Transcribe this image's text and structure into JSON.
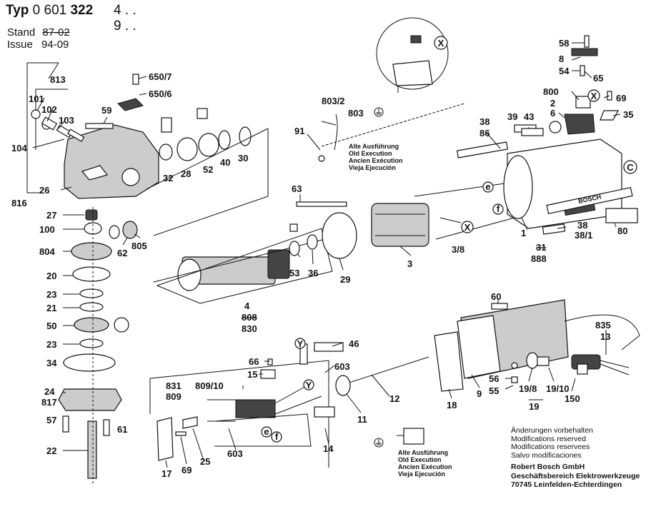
{
  "header": {
    "typ_label": "Typ",
    "typ_prefix": "0 601",
    "typ_number": "322",
    "typ_suffix_1": "4 . .",
    "typ_suffix_2": "9 . .",
    "stand_label": "Stand",
    "stand_value": "87-02",
    "issue_label": "Issue",
    "issue_value": "94-09"
  },
  "execution_note": {
    "lines": [
      "Alte Ausführung",
      "Old Execution",
      "Ancien Exécution",
      "Vieja Ejecución"
    ]
  },
  "modifications": [
    "Änderungen vorbehalten",
    "Modifications reserved",
    "Modifications reservees",
    "Salvo modificaciones"
  ],
  "company": [
    "Robert Bosch GmbH",
    "Geschäftsbereich Elektrowerkzeuge",
    "70745 Leinfelden-Echterdingen"
  ],
  "brand_plate": "BOSCH",
  "callouts": {
    "p813": "813",
    "p101": "101",
    "p102": "102",
    "p103": "103",
    "p104": "104",
    "p816": "816",
    "p26": "26",
    "p27": "27",
    "p100": "100",
    "p804": "804",
    "p20": "20",
    "p23a": "23",
    "p21": "21",
    "p50": "50",
    "p23b": "23",
    "p34": "34",
    "p24": "24",
    "p817": "817",
    "p57": "57",
    "p61": "61",
    "p22": "22",
    "p650_7": "650/7",
    "p650_6": "650/6",
    "p59": "59",
    "p62": "62",
    "p805": "805",
    "p32": "32",
    "p28": "28",
    "p52": "52",
    "p40": "40",
    "p30": "30",
    "p803_2": "803/2",
    "p803": "803",
    "p91": "91",
    "p63": "63",
    "p4": "4",
    "p808": "808",
    "p830": "830",
    "p53": "53",
    "p36": "36",
    "p29": "29",
    "p3": "3",
    "p3_8": "3/8",
    "p38a": "38",
    "p86": "86",
    "p39": "39",
    "p43": "43",
    "p58": "58",
    "p8": "8",
    "p54": "54",
    "p65": "65",
    "p800": "800",
    "p69a": "69",
    "p2": "2",
    "p6": "6",
    "p35": "35",
    "p1": "1",
    "p31": "31",
    "p888": "888",
    "p38b": "38",
    "p38_1": "38/1",
    "p80": "80",
    "p60": "60",
    "p835": "835",
    "p13": "13",
    "p46": "46",
    "p66": "66",
    "p15": "15",
    "p603a": "603",
    "p831": "831",
    "p809_10a": "809/10",
    "p809": "809",
    "p12": "12",
    "p11": "11",
    "p18": "18",
    "p9": "9",
    "p56": "56",
    "p55": "55",
    "p19_8": "19/8",
    "p19_10": "19/10",
    "p19": "19",
    "p150": "150",
    "p17": "17",
    "p69b": "69",
    "p25": "25",
    "p603b": "603",
    "p14": "14"
  },
  "markers": {
    "x": "X",
    "y": "Y",
    "c": "C",
    "e": "e",
    "f": "f"
  }
}
